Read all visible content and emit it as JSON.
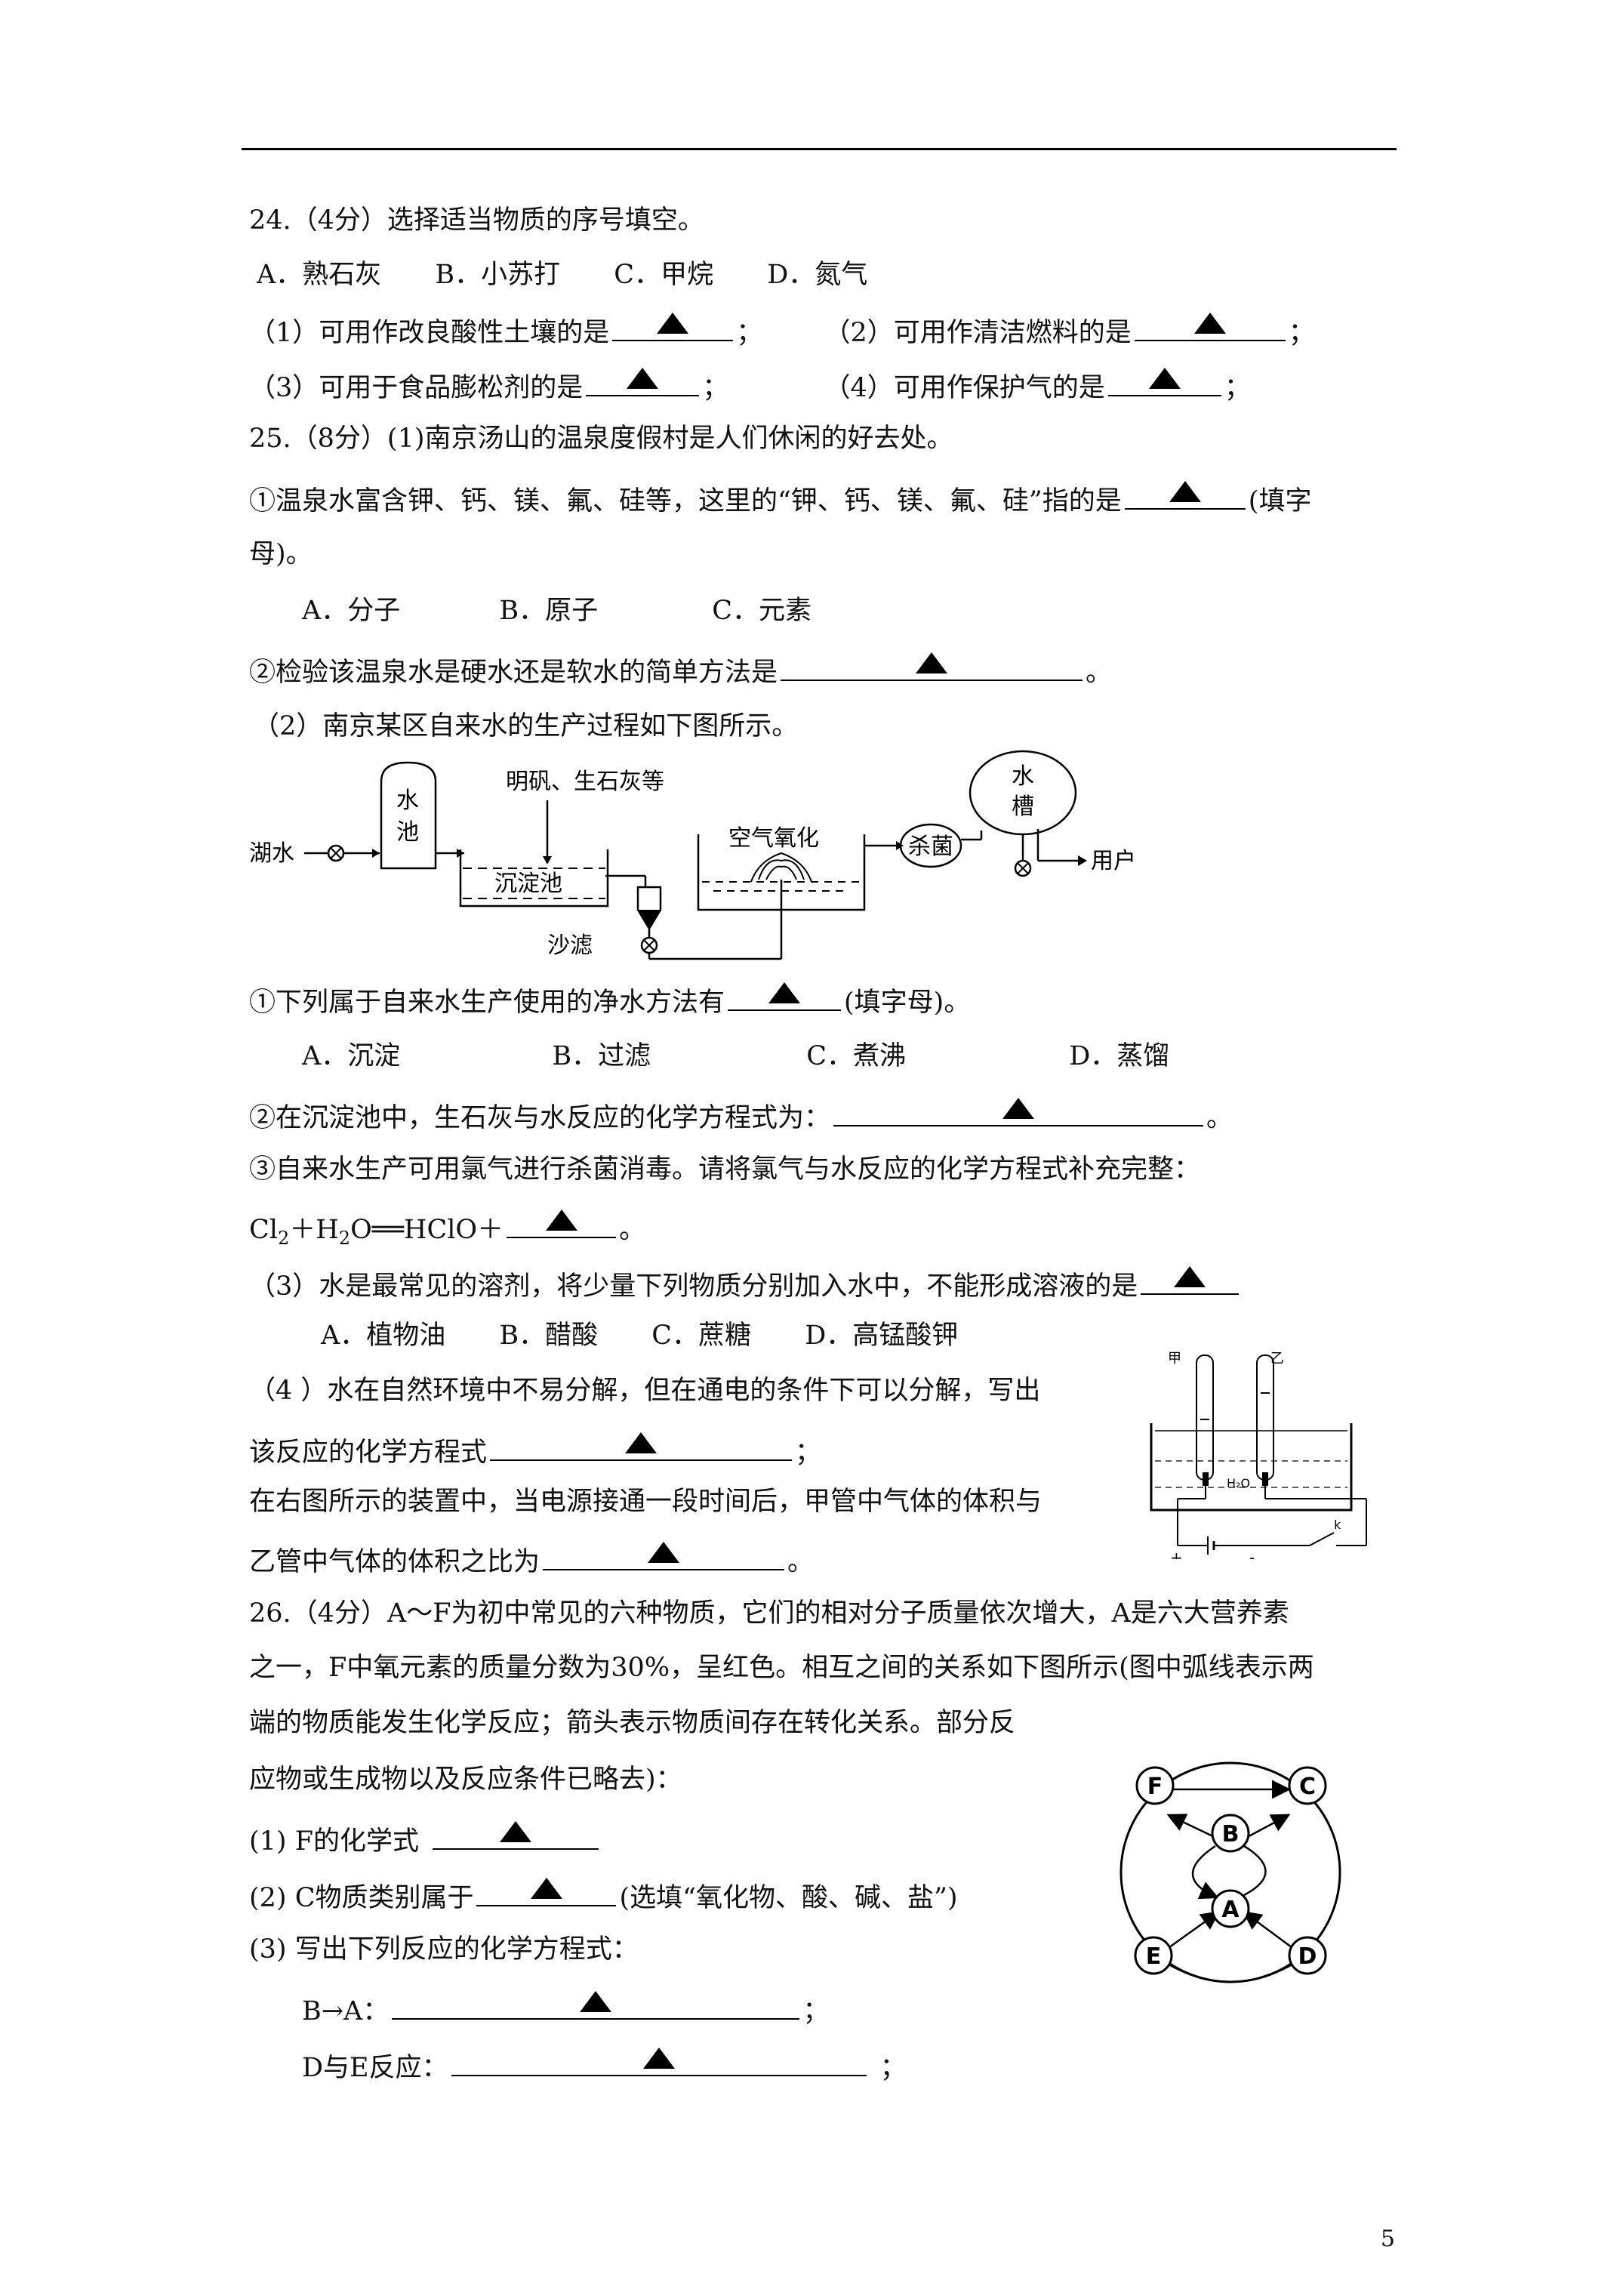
{
  "page_number": "5",
  "q24": {
    "title": "24.（4分）选择适当物质的序号填空。",
    "options": [
      "A．熟石灰",
      "B．小苏打",
      "C．甲烷",
      "D．氮气"
    ],
    "items": [
      "（1）可用作改良酸性土壤的是",
      "；",
      "（2）可用作清洁燃料的是",
      "；",
      "（3）可用于食品膨松剂的是",
      "；",
      "（4）可用作保护气的是",
      "；"
    ]
  },
  "q25": {
    "title": "25.（8分）(1)南京汤山的温泉度假村是人们休闲的好去处。",
    "s1_q1a": "①温泉水富含钾、钙、镁、氟、硅等，这里的“钾、钙、镁、氟、硅”指的是",
    "s1_q1b": "(填字",
    "s1_q1c": "母)。",
    "s1_opts": [
      "A．分子",
      "B．原子",
      "C．元素"
    ],
    "s1_q2": "②检验该温泉水是硬水还是软水的简单方法是",
    "s1_q2_end": "。",
    "s2_title": "（2）南京某区自来水的生产过程如下图所示。",
    "diagram": {
      "lake": "湖水",
      "pool_1": "水",
      "pool_2": "池",
      "additives": "明矾、生石灰等",
      "sediment": "沉淀池",
      "sand": "沙滤",
      "aeration": "空气氧化",
      "sterilize": "杀菌",
      "tank_1": "水",
      "tank_2": "槽",
      "user": "用户"
    },
    "s2_q1": "①下列属于自来水生产使用的净水方法有",
    "s2_q1_end": "(填字母)。",
    "s2_opts": [
      "A．沉淀",
      "B．过滤",
      "C．煮沸",
      "D．蒸馏"
    ],
    "s2_q2": "②在沉淀池中，生石灰与水反应的化学方程式为：",
    "s2_q2_end": "。",
    "s2_q3": "③自来水生产可用氯气进行杀菌消毒。请将氯气与水反应的化学方程式补充完整：",
    "eq_a": "Cl",
    "eq_a_sub": "2",
    "eq_b": "＋H",
    "eq_b_sub": "2",
    "eq_c": "O══HClO＋",
    "eq_end": "。",
    "s3": "（3）水是最常见的溶剂，将少量下列物质分别加入水中，不能形成溶液的是",
    "s3_opts": [
      "A．植物油",
      "B．醋酸",
      "C．蔗糖",
      "D．高锰酸钾"
    ],
    "s4_a": "（4 ）水在自然环境中不易分解，但在通电的条件下可以分解，写出",
    "s4_b": "该反应的化学方程式",
    "s4_b_end": "；",
    "s4_c": "在右图所示的装置中，当电源接通一段时间后，甲管中气体的体积与",
    "s4_d": "乙管中气体的体积之比为",
    "s4_d_end": "。",
    "electrolysis": {
      "jia": "甲",
      "yi": "乙",
      "water": "H₂O",
      "plus": "+",
      "minus": "-",
      "switch": "k"
    }
  },
  "q26": {
    "l1": "26.（4分）A～F为初中常见的六种物质，它们的相对分子质量依次增大，A是六大营养素",
    "l2": "之一，F中氧元素的质量分数为30%，呈红色。相互之间的关系如下图所示(图中弧线表示两",
    "l3": "端的物质能发生化学反应；箭头表示物质间存在转化关系。部分反",
    "l4": "应物或生成物以及反应条件已略去)：",
    "p1": "(1) F的化学式",
    "p2": "(2) C物质类别属于",
    "p2_end": "(选填“氧化物、酸、碱、盐”)",
    "p3": "(3) 写出下列反应的化学方程式：",
    "p3a": "B→A：",
    "p3a_end": "；",
    "p3b": "D与E反应：",
    "p3b_end": "；",
    "nodes": [
      "F",
      "C",
      "B",
      "A",
      "E",
      "D"
    ]
  }
}
